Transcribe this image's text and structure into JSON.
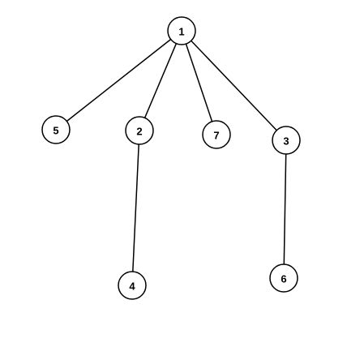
{
  "diagram": {
    "type": "tree",
    "colors": {
      "background": "#ffffff",
      "stroke": "#000000",
      "node_fill": "#ffffff",
      "text": "#000000"
    },
    "nodes": [
      {
        "id": "1",
        "label": "1"
      },
      {
        "id": "5",
        "label": "5"
      },
      {
        "id": "2",
        "label": "2"
      },
      {
        "id": "7",
        "label": "7"
      },
      {
        "id": "3",
        "label": "3"
      },
      {
        "id": "4",
        "label": "4"
      },
      {
        "id": "6",
        "label": "6"
      }
    ],
    "edges": [
      {
        "from": "1",
        "to": "5"
      },
      {
        "from": "1",
        "to": "2"
      },
      {
        "from": "1",
        "to": "7"
      },
      {
        "from": "1",
        "to": "3"
      },
      {
        "from": "2",
        "to": "4"
      },
      {
        "from": "3",
        "to": "6"
      }
    ]
  }
}
